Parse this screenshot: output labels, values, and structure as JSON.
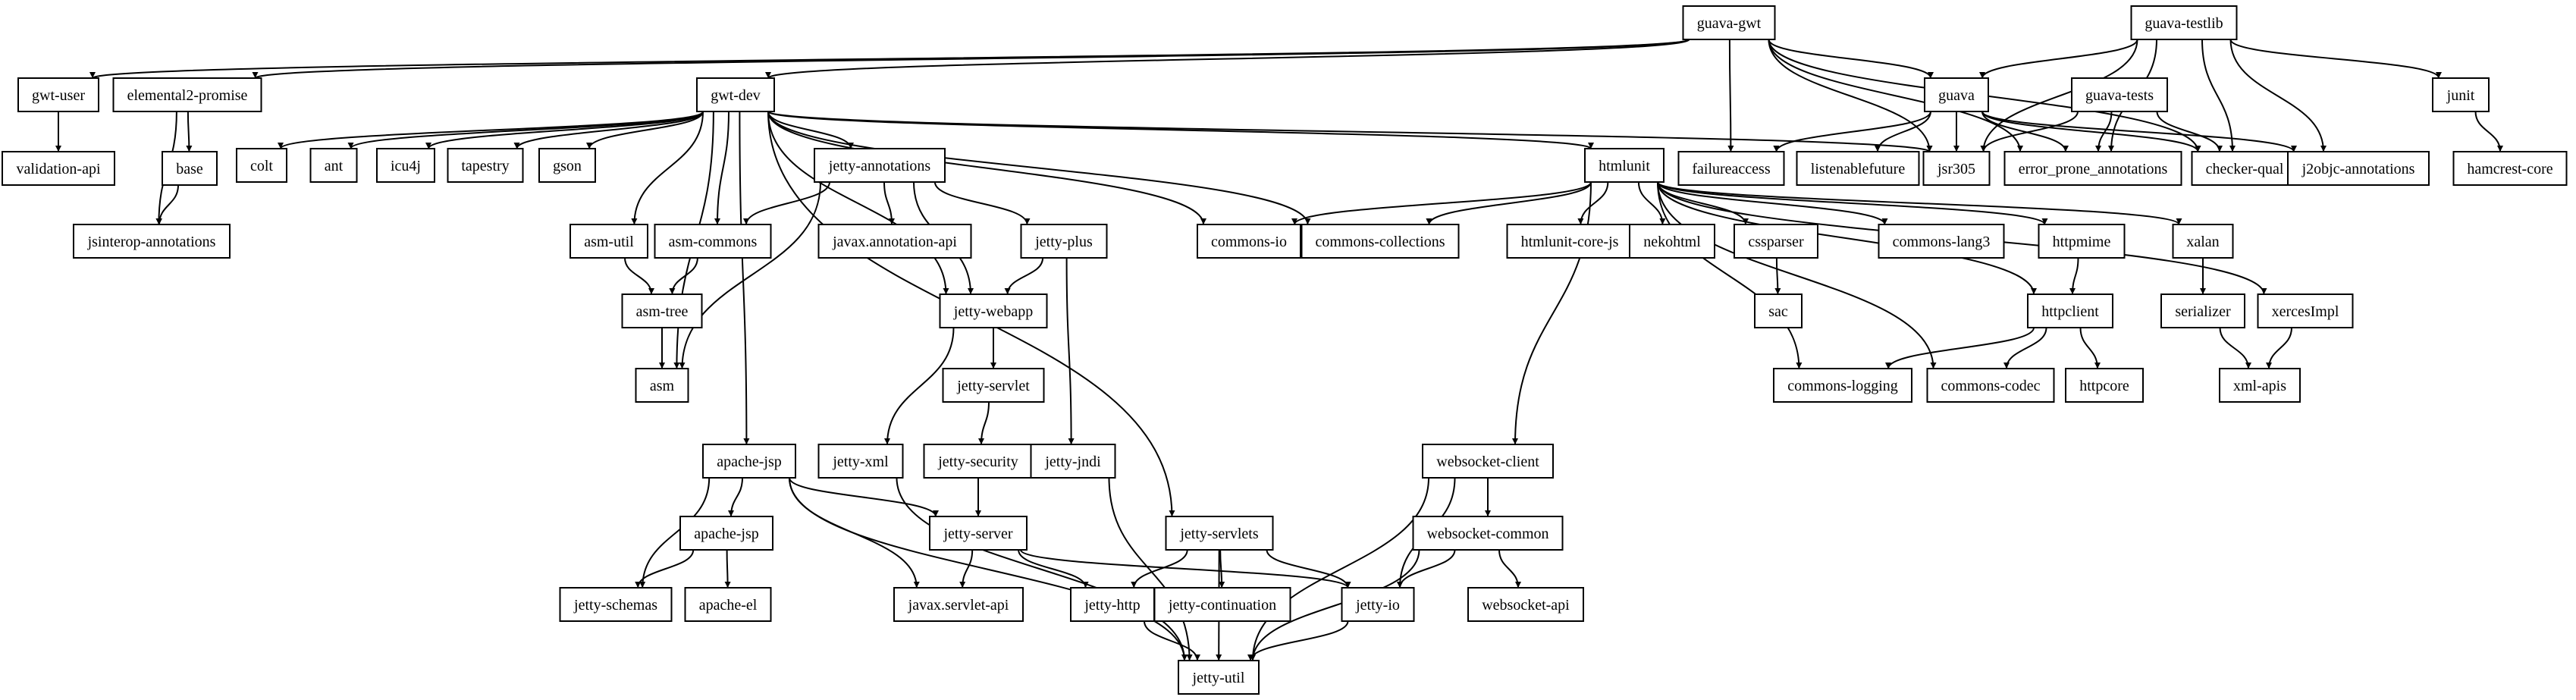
{
  "diagram": {
    "type": "dependency-graph",
    "colors": {
      "background": "#ffffff",
      "node_fill": "#ffffff",
      "stroke": "#000000",
      "text": "#000000"
    },
    "nodes": {
      "guava_gwt": "guava-gwt",
      "guava_testlib": "guava-testlib",
      "gwt_user": "gwt-user",
      "elemental2_promise": "elemental2-promise",
      "gwt_dev": "gwt-dev",
      "guava": "guava",
      "guava_tests": "guava-tests",
      "junit": "junit",
      "validation_api": "validation-api",
      "base": "base",
      "jsinterop_annotations": "jsinterop-annotations",
      "colt": "colt",
      "ant": "ant",
      "icu4j": "icu4j",
      "tapestry": "tapestry",
      "gson": "gson",
      "jetty_annotations": "jetty-annotations",
      "htmlunit": "htmlunit",
      "failureaccess": "failureaccess",
      "listenablefuture": "listenablefuture",
      "jsr305": "jsr305",
      "error_prone_annotations": "error_prone_annotations",
      "checker_qual": "checker-qual",
      "j2objc_annotations": "j2objc-annotations",
      "hamcrest_core": "hamcrest-core",
      "asm_util": "asm-util",
      "asm_commons": "asm-commons",
      "javax_annotation_api": "javax.annotation-api",
      "jetty_plus": "jetty-plus",
      "commons_io": "commons-io",
      "commons_collections": "commons-collections",
      "htmlunit_core_js": "htmlunit-core-js",
      "nekohtml": "nekohtml",
      "cssparser": "cssparser",
      "commons_lang3": "commons-lang3",
      "httpmime": "httpmime",
      "xalan": "xalan",
      "asm_tree": "asm-tree",
      "jetty_webapp": "jetty-webapp",
      "sac": "sac",
      "httpclient": "httpclient",
      "serializer": "serializer",
      "xercesImpl": "xercesImpl",
      "asm": "asm",
      "jetty_servlet": "jetty-servlet",
      "commons_logging": "commons-logging",
      "commons_codec": "commons-codec",
      "httpcore": "httpcore",
      "xml_apis": "xml-apis",
      "apache_jsp": "apache-jsp",
      "jetty_xml": "jetty-xml",
      "jetty_security": "jetty-security",
      "jetty_jndi": "jetty-jndi",
      "websocket_client": "websocket-client",
      "apache_jsp_2": "apache-jsp",
      "jetty_server": "jetty-server",
      "jetty_servlets": "jetty-servlets",
      "websocket_common": "websocket-common",
      "jetty_schemas": "jetty-schemas",
      "apache_el": "apache-el",
      "javax_servlet_api": "javax.servlet-api",
      "jetty_http": "jetty-http",
      "jetty_continuation": "jetty-continuation",
      "jetty_io": "jetty-io",
      "websocket_api": "websocket-api",
      "jetty_util": "jetty-util"
    },
    "edges": [
      [
        "guava_gwt",
        "gwt_user"
      ],
      [
        "guava_gwt",
        "elemental2_promise"
      ],
      [
        "guava_gwt",
        "gwt_dev"
      ],
      [
        "guava_gwt",
        "guava"
      ],
      [
        "guava_gwt",
        "failureaccess"
      ],
      [
        "guava_gwt",
        "error_prone_annotations"
      ],
      [
        "guava_gwt",
        "checker_qual"
      ],
      [
        "guava_gwt",
        "jsr305"
      ],
      [
        "guava_testlib",
        "guava"
      ],
      [
        "guava_testlib",
        "junit"
      ],
      [
        "guava_testlib",
        "jsr305"
      ],
      [
        "guava_testlib",
        "error_prone_annotations"
      ],
      [
        "guava_testlib",
        "checker_qual"
      ],
      [
        "guava_testlib",
        "j2objc_annotations"
      ],
      [
        "gwt_user",
        "validation_api"
      ],
      [
        "elemental2_promise",
        "base"
      ],
      [
        "elemental2_promise",
        "jsinterop_annotations"
      ],
      [
        "base",
        "jsinterop_annotations"
      ],
      [
        "gwt_dev",
        "colt"
      ],
      [
        "gwt_dev",
        "ant"
      ],
      [
        "gwt_dev",
        "icu4j"
      ],
      [
        "gwt_dev",
        "tapestry"
      ],
      [
        "gwt_dev",
        "gson"
      ],
      [
        "gwt_dev",
        "jetty_annotations"
      ],
      [
        "gwt_dev",
        "asm_util"
      ],
      [
        "gwt_dev",
        "asm_commons"
      ],
      [
        "gwt_dev",
        "asm"
      ],
      [
        "gwt_dev",
        "apache_jsp"
      ],
      [
        "gwt_dev",
        "jetty_webapp"
      ],
      [
        "gwt_dev",
        "jetty_servlets"
      ],
      [
        "gwt_dev",
        "commons_io"
      ],
      [
        "gwt_dev",
        "commons_collections"
      ],
      [
        "gwt_dev",
        "htmlunit"
      ],
      [
        "gwt_dev",
        "jsr305"
      ],
      [
        "guava",
        "failureaccess"
      ],
      [
        "guava",
        "listenablefuture"
      ],
      [
        "guava",
        "jsr305"
      ],
      [
        "guava",
        "error_prone_annotations"
      ],
      [
        "guava",
        "checker_qual"
      ],
      [
        "guava",
        "j2objc_annotations"
      ],
      [
        "guava_tests",
        "jsr305"
      ],
      [
        "guava_tests",
        "error_prone_annotations"
      ],
      [
        "guava_tests",
        "checker_qual"
      ],
      [
        "junit",
        "hamcrest_core"
      ],
      [
        "jetty_annotations",
        "asm_commons"
      ],
      [
        "jetty_annotations",
        "javax_annotation_api"
      ],
      [
        "jetty_annotations",
        "jetty_plus"
      ],
      [
        "jetty_annotations",
        "jetty_webapp"
      ],
      [
        "jetty_annotations",
        "asm"
      ],
      [
        "asm_util",
        "asm_tree"
      ],
      [
        "asm_commons",
        "asm_tree"
      ],
      [
        "asm_tree",
        "asm"
      ],
      [
        "jetty_plus",
        "jetty_webapp"
      ],
      [
        "jetty_plus",
        "jetty_jndi"
      ],
      [
        "jetty_webapp",
        "jetty_servlet"
      ],
      [
        "jetty_webapp",
        "jetty_xml"
      ],
      [
        "jetty_servlet",
        "jetty_security"
      ],
      [
        "jetty_security",
        "jetty_server"
      ],
      [
        "jetty_jndi",
        "jetty_util"
      ],
      [
        "jetty_xml",
        "jetty_util"
      ],
      [
        "htmlunit",
        "commons_io"
      ],
      [
        "htmlunit",
        "commons_collections"
      ],
      [
        "htmlunit",
        "htmlunit_core_js"
      ],
      [
        "htmlunit",
        "nekohtml"
      ],
      [
        "htmlunit",
        "cssparser"
      ],
      [
        "htmlunit",
        "commons_lang3"
      ],
      [
        "htmlunit",
        "httpmime"
      ],
      [
        "htmlunit",
        "xalan"
      ],
      [
        "htmlunit",
        "xercesImpl"
      ],
      [
        "htmlunit",
        "commons_logging"
      ],
      [
        "htmlunit",
        "commons_codec"
      ],
      [
        "htmlunit",
        "httpclient"
      ],
      [
        "htmlunit",
        "websocket_client"
      ],
      [
        "cssparser",
        "sac"
      ],
      [
        "httpmime",
        "httpclient"
      ],
      [
        "httpclient",
        "commons_logging"
      ],
      [
        "httpclient",
        "commons_codec"
      ],
      [
        "httpclient",
        "httpcore"
      ],
      [
        "xalan",
        "serializer"
      ],
      [
        "serializer",
        "xml_apis"
      ],
      [
        "xercesImpl",
        "xml_apis"
      ],
      [
        "apache_jsp",
        "apache_jsp_2"
      ],
      [
        "apache_jsp",
        "jetty_schemas"
      ],
      [
        "apache_jsp",
        "jetty_server"
      ],
      [
        "apache_jsp",
        "javax_servlet_api"
      ],
      [
        "apache_jsp",
        "jetty_util"
      ],
      [
        "apache_jsp_2",
        "jetty_schemas"
      ],
      [
        "apache_jsp_2",
        "apache_el"
      ],
      [
        "jetty_server",
        "javax_servlet_api"
      ],
      [
        "jetty_server",
        "jetty_http"
      ],
      [
        "jetty_server",
        "jetty_io"
      ],
      [
        "jetty_servlets",
        "jetty_http"
      ],
      [
        "jetty_servlets",
        "jetty_continuation"
      ],
      [
        "jetty_servlets",
        "jetty_io"
      ],
      [
        "jetty_servlets",
        "jetty_util"
      ],
      [
        "jetty_http",
        "jetty_util"
      ],
      [
        "jetty_io",
        "jetty_util"
      ],
      [
        "websocket_client",
        "websocket_common"
      ],
      [
        "websocket_client",
        "jetty_io"
      ],
      [
        "websocket_client",
        "jetty_util"
      ],
      [
        "websocket_common",
        "jetty_io"
      ],
      [
        "websocket_common",
        "websocket_api"
      ],
      [
        "websocket_common",
        "jetty_util"
      ]
    ]
  }
}
